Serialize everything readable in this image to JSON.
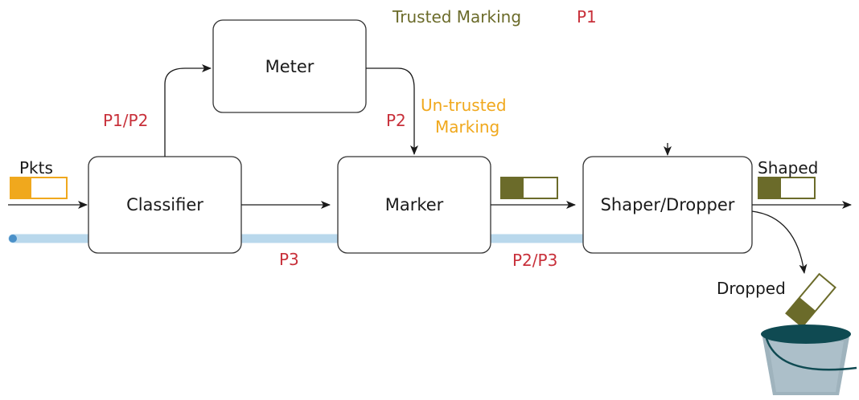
{
  "boxes": {
    "meter": "Meter",
    "classifier": "Classifier",
    "marker": "Marker",
    "shaper": "Shaper/Dropper"
  },
  "labels": {
    "trusted_marking": "Trusted Marking",
    "p1_top": "P1",
    "p1_p2": "P1/P2",
    "p2": "P2",
    "untrusted_line1": "Un-trusted",
    "untrusted_line2": "Marking",
    "pkts": "Pkts",
    "shaped": "Shaped",
    "p3": "P3",
    "p2_p3": "P2/P3",
    "dropped": "Dropped"
  },
  "colors": {
    "red": "#c8303a",
    "olive": "#6b6b2a",
    "yellow": "#f0a81d",
    "light_blue": "#b9d8ec",
    "teal": "#0f4a52",
    "bucket": "#9fb3bd"
  }
}
